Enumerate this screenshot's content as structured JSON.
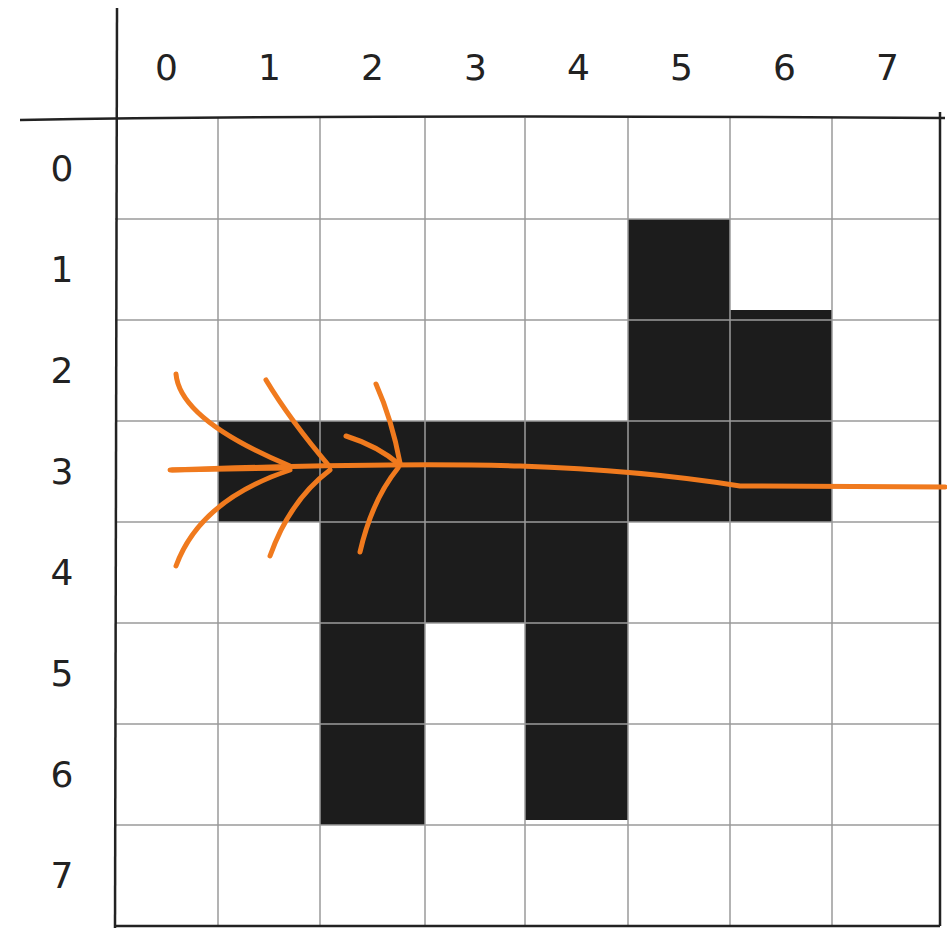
{
  "diagram": {
    "labels": [
      "0",
      "1",
      "2",
      "3",
      "4",
      "5",
      "6",
      "7",
      "0",
      "1",
      "2",
      "3",
      "4",
      "5",
      "6",
      "7"
    ]
  }
}
